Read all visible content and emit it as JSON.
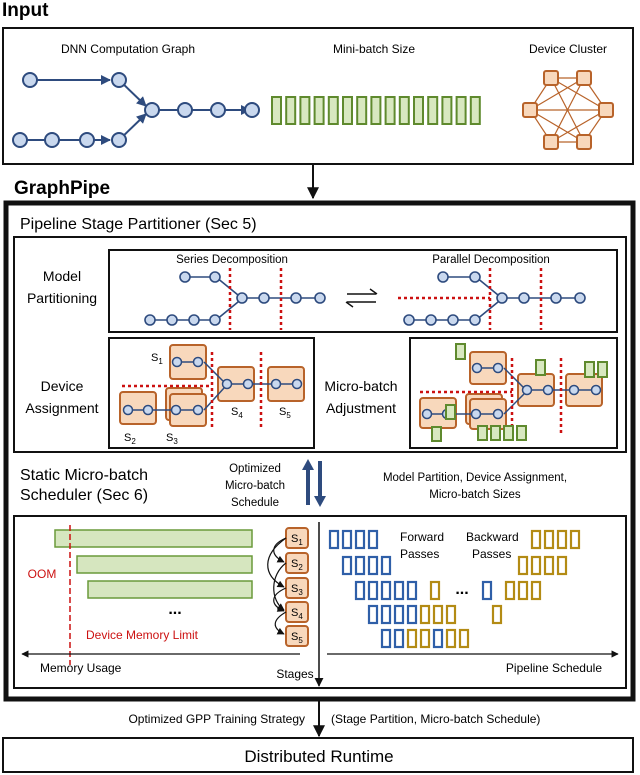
{
  "input": {
    "heading": "Input",
    "dnn_graph_label": "DNN Computation Graph",
    "minibatch_label": "Mini-batch Size",
    "device_cluster_label": "Device Cluster"
  },
  "graphpipe": {
    "heading": "GraphPipe",
    "partitioner": {
      "title": "Pipeline Stage Partitioner (Sec 5)",
      "model_partitioning_line1": "Model",
      "model_partitioning_line2": "Partitioning",
      "series_label": "Series Decomposition",
      "parallel_label": "Parallel Decomposition",
      "device_assignment_line1": "Device",
      "device_assignment_line2": "Assignment",
      "microbatch_adjust_line1": "Micro-batch",
      "microbatch_adjust_line2": "Adjustment",
      "stage_labels": {
        "s1": "S",
        "s2": "S",
        "s3": "S",
        "s4": "S",
        "s5": "S"
      },
      "stage_subs": {
        "s1": "1",
        "s2": "2",
        "s3": "3",
        "s4": "4",
        "s5": "5"
      }
    },
    "scheduler": {
      "title_line1": "Static Micro-batch",
      "title_line2": "Scheduler (Sec 6)",
      "optimized_line1": "Optimized",
      "optimized_line2": "Micro-batch",
      "optimized_line3": "Schedule",
      "model_partition_line1": "Model Partition, Device Assignment,",
      "model_partition_line2": "Micro-batch Sizes",
      "oom": "OOM",
      "device_memory_limit": "Device Memory Limit",
      "ellipsis": "...",
      "memory_usage": "Memory Usage",
      "stages": "Stages",
      "forward_line1": "Forward",
      "forward_line2": "Passes",
      "backward_line1": "Backward",
      "backward_line2": "Passes",
      "pipeline_schedule": "Pipeline Schedule",
      "ellipsis2": "..."
    }
  },
  "output": {
    "strategy_left": "Optimized GPP Training Strategy",
    "strategy_right": "(Stage Partition, Micro-batch Schedule)",
    "runtime": "Distributed Runtime"
  },
  "colors": {
    "node_blue": "#2e4b7e",
    "node_fill": "#c9d8ee",
    "minibatch_green": "#5f8a2e",
    "minibatch_fill": "#d8e8c0",
    "device_orange": "#b8632a",
    "device_fill": "#f8d8bc",
    "cut_red": "#cc1111",
    "forward_blue": "#2f5fa8",
    "backward_gold": "#b38b14",
    "memory_bar_fill": "#d6e6bf",
    "memory_bar_stroke": "#6a9a3a"
  }
}
